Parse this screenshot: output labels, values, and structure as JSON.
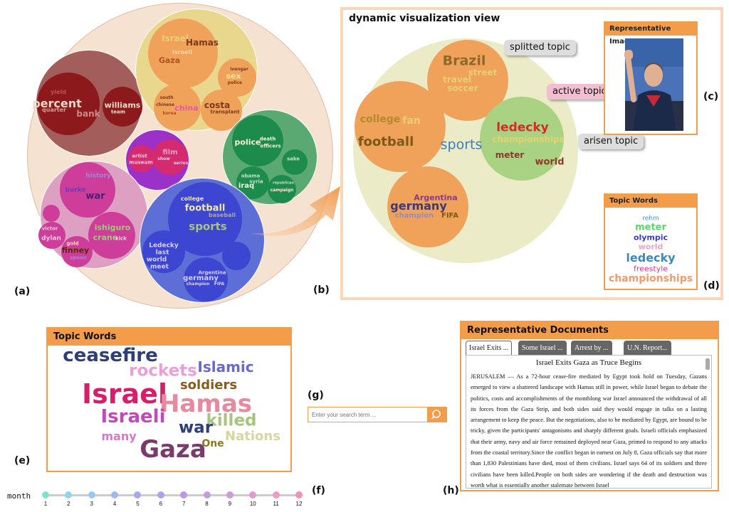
{
  "panel_labels": {
    "a": "(a)",
    "b": "(b)",
    "c": "(c)",
    "d": "(d)",
    "e": "(e)",
    "f": "(f)",
    "g": "(g)",
    "h": "(h)"
  },
  "overview": {
    "israel_cluster": [
      "Israel",
      "Hamas",
      "Israeli",
      "Gaza",
      "ivengar",
      "sex",
      "police",
      "south",
      "chinese",
      "korea",
      "china",
      "costa",
      "transplant"
    ],
    "finance_cluster": [
      "percent",
      "quarter",
      "bank",
      "williams",
      "team",
      "yield"
    ],
    "film_cluster": [
      "film",
      "artist",
      "museum",
      "show",
      "series"
    ],
    "history_cluster": [
      "history",
      "burke",
      "war",
      "victor",
      "dylan",
      "finney",
      "ishiguro",
      "crane",
      "kick",
      "gold",
      "spoon"
    ],
    "crime_cluster": [
      "police",
      "officers",
      "death",
      "obama",
      "iraq",
      "syria",
      "campaign",
      "republican",
      "sake"
    ],
    "sports_cluster": [
      "college",
      "football",
      "baseball",
      "sports",
      "Ledecky",
      "last",
      "world",
      "meet",
      "germany",
      "Argentina",
      "champion",
      "FIFA"
    ]
  },
  "dynamic_view": {
    "title": "dynamic visualization view",
    "center_word": "sports",
    "brazil_topic": [
      "Brazil",
      "street",
      "travel",
      "soccer"
    ],
    "college_topic": [
      "college",
      "fan",
      "football"
    ],
    "ledecky_topic": [
      "ledecky",
      "championships",
      "meter",
      "world"
    ],
    "germany_topic": [
      "Argentina",
      "germany",
      "champion",
      "FIFA"
    ],
    "callouts": {
      "split": "splitted topic",
      "active": "active topic",
      "arisen": "arisen topic"
    },
    "rep_image_title": "Representative Image",
    "topic_words_title": "Topic Words",
    "topic_words": [
      "rehm",
      "meter",
      "olympic",
      "world",
      "ledecky",
      "freestyle",
      "championships"
    ]
  },
  "topic_words_panel": {
    "title": "Topic Words",
    "words": [
      "ceasefire",
      "rockets",
      "Islamic",
      "Israel",
      "soldiers",
      "Hamas",
      "Israeli",
      "killed",
      "war",
      "many",
      "Nations",
      "One",
      "Gaza"
    ]
  },
  "search": {
    "placeholder": "Enter your search term ..."
  },
  "timeline": {
    "label": "month",
    "months": [
      "1",
      "2",
      "3",
      "4",
      "5",
      "6",
      "7",
      "8",
      "9",
      "10",
      "11",
      "12"
    ]
  },
  "documents": {
    "title": "Representative Documents",
    "tabs": [
      "Israel Exits ...",
      "Some Israel ...",
      "Arrest by ...",
      "U.N. Report..."
    ],
    "doc_title": "Israel Exits Gaza as Truce Begins",
    "doc_text": "JERUSALEM — As a 72-hour cease-fire mediated by Egypt took hold on Tuesday, Gazans emerged to view a shattered landscape with Hamas still in power, while Israel began to debate the politics, costs and accomplishments of the monthlong war Israel announced the withdrawal of all its forces from the Gaza Strip, and both sides said they would engage in talks on a lasting arrangement to keep the peace. But the negotiations, also to be mediated by Egypt, are bound to be tricky, given the participants' antagonisms and sharply different goals. Israeli officials emphasized that their army, navy and air force remained deployed near Gaza, primed to respond to any attacks from the coastal territory.Since the conflict began in earnest on July 8, Gaza officials say that more than 1,830 Palestinians have died, most of them civilians. Israel says 64 of its soldiers and three civilians have been killed.People on both sides are wondering if the death and destruction was worth what is essentially another stalemate between Israel"
  }
}
